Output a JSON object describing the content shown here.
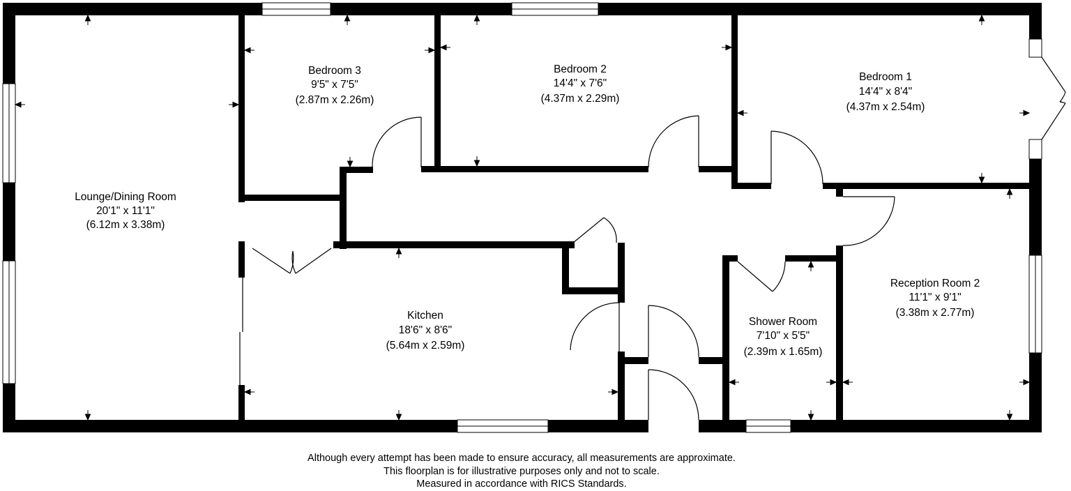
{
  "rooms": [
    {
      "id": "lounge",
      "name": "Lounge/Dining Room",
      "imperial": "20'1\" x 11'1\"",
      "metric": "(6.12m x 3.38m)"
    },
    {
      "id": "bedroom3",
      "name": "Bedroom 3",
      "imperial": "9'5\" x 7'5\"",
      "metric": "(2.87m x 2.26m)"
    },
    {
      "id": "bedroom2",
      "name": "Bedroom 2",
      "imperial": "14'4\" x 7'6\"",
      "metric": "(4.37m x 2.29m)"
    },
    {
      "id": "bedroom1",
      "name": "Bedroom 1",
      "imperial": "14'4\" x 8'4\"",
      "metric": "(4.37m x 2.54m)"
    },
    {
      "id": "kitchen",
      "name": "Kitchen",
      "imperial": "18'6\" x 8'6\"",
      "metric": "(5.64m x 2.59m)"
    },
    {
      "id": "shower",
      "name": "Shower Room",
      "imperial": "7'10\" x 5'5\"",
      "metric": "(2.39m x 1.65m)"
    },
    {
      "id": "reception2",
      "name": "Reception Room 2",
      "imperial": "11'1\" x 9'1\"",
      "metric": "(3.38m x 2.77m)"
    }
  ],
  "disclaimer": {
    "line1": "Although every attempt has been made to ensure accuracy, all measurements are approximate.",
    "line2": "This floorplan is for illustrative purposes only and not to scale.",
    "line3": "Measured in accordance with RICS Standards."
  }
}
